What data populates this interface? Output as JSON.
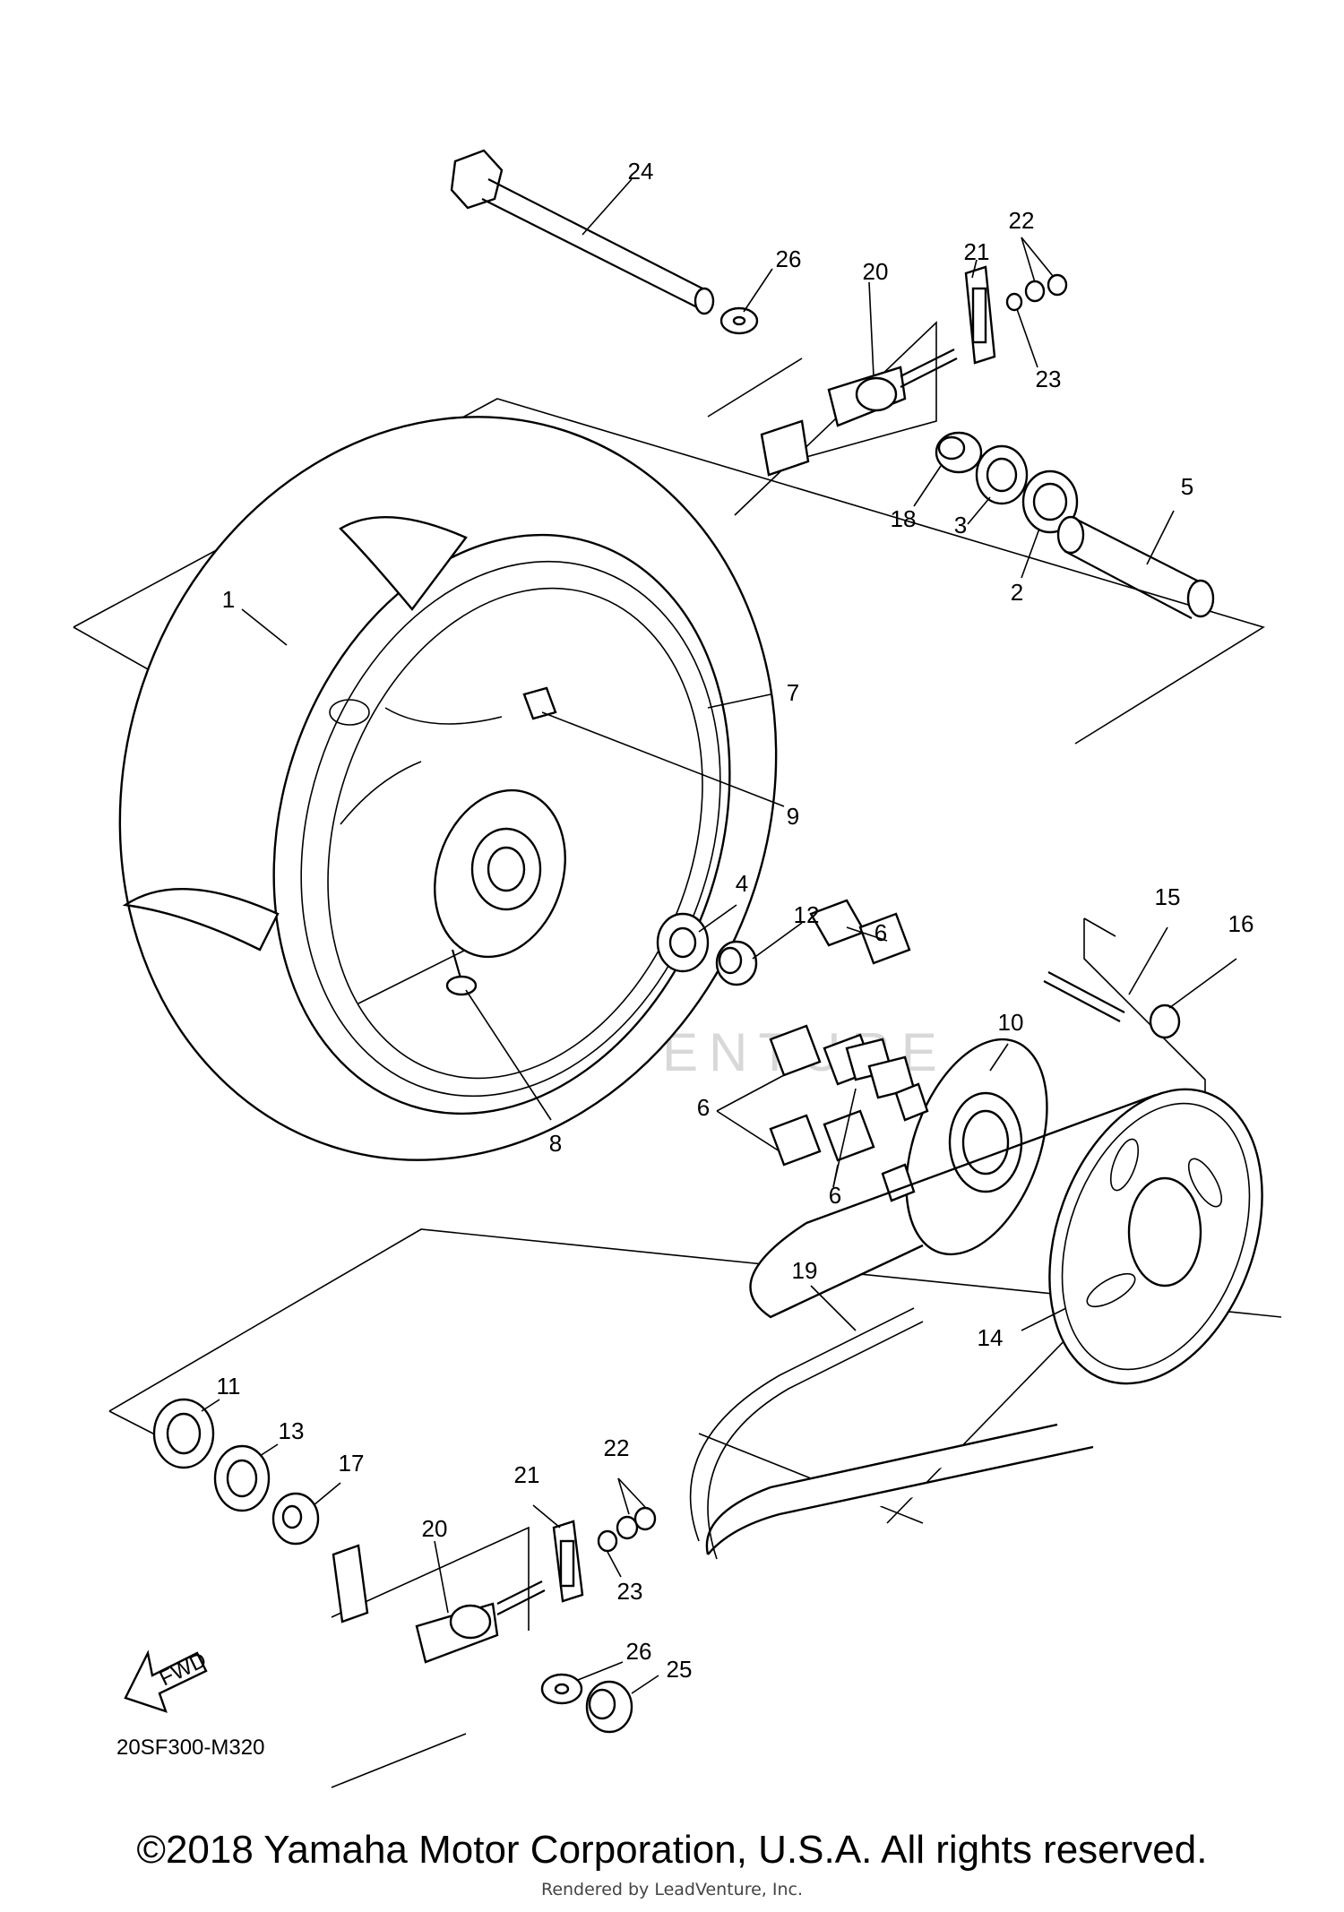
{
  "callouts": {
    "c24": "24",
    "c26a": "26",
    "c20a": "20",
    "c21a": "21",
    "c22a": "22",
    "c23a": "23",
    "c18": "18",
    "c3": "3",
    "c2": "2",
    "c5": "5",
    "c1": "1",
    "c7": "7",
    "c9": "9",
    "c8": "8",
    "c4": "4",
    "c12": "12",
    "c6a": "6",
    "c6b": "6",
    "c6c": "6",
    "c15": "15",
    "c16": "16",
    "c10": "10",
    "c19": "19",
    "c14": "14",
    "c11": "11",
    "c13": "13",
    "c17": "17",
    "c20b": "20",
    "c21b": "21",
    "c22b": "22",
    "c23b": "23",
    "c26b": "26",
    "c25": "25"
  },
  "fwd_label": "FWD",
  "watermark": "LEADVENTURE",
  "diagram_code": "20SF300-M320",
  "copyright": "©2018 Yamaha Motor Corporation, U.S.A. All rights reserved.",
  "rendered_by": "Rendered by LeadVenture, Inc."
}
